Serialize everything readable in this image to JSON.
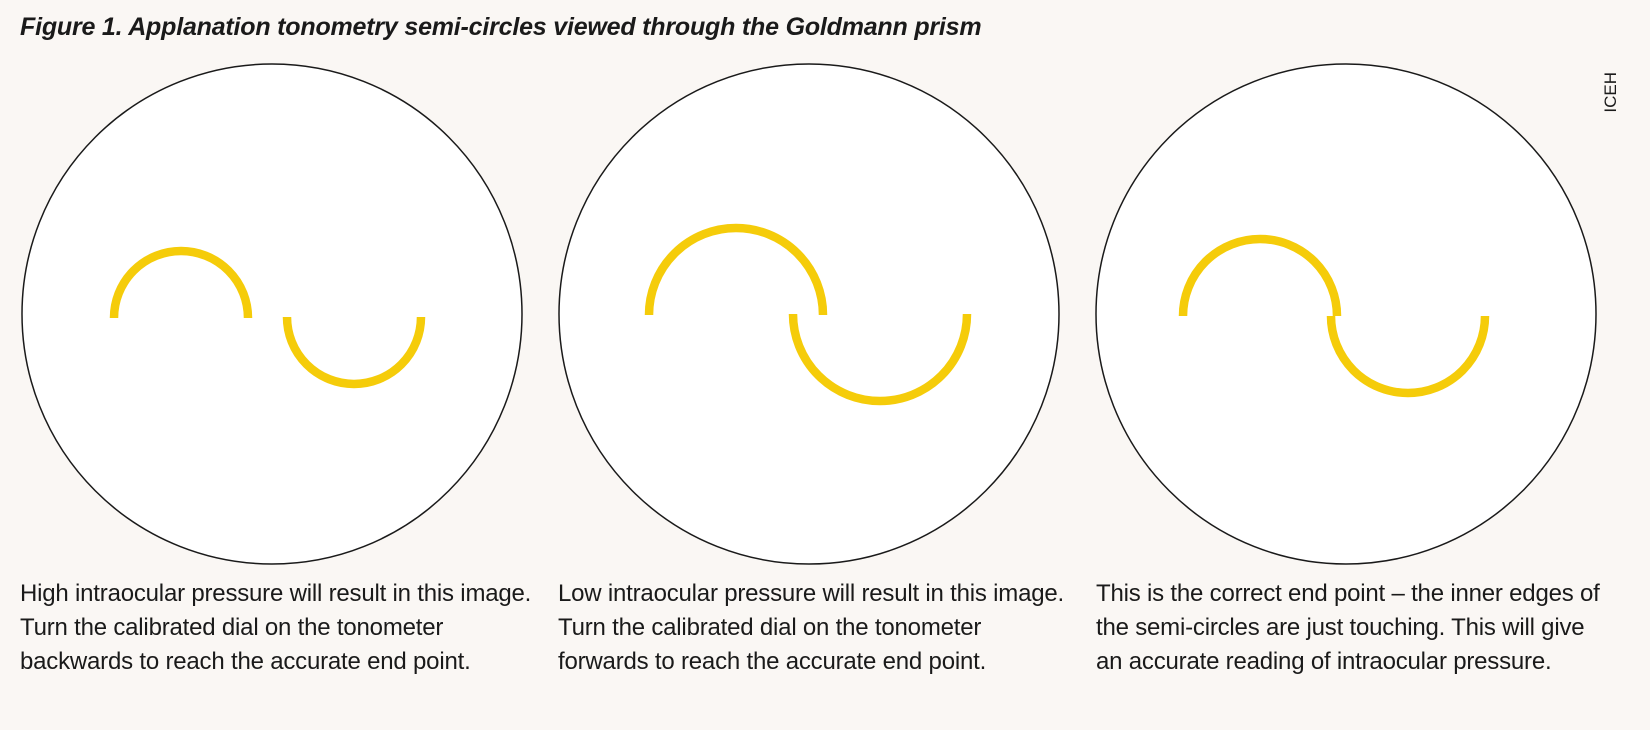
{
  "figure": {
    "title": "Figure 1. Applanation tonometry semi-circles viewed through the Goldmann prism",
    "credit": "ICEH"
  },
  "colors": {
    "background": "#faf7f4",
    "field_fill": "#ffffff",
    "field_stroke": "#1a1a1a",
    "semicircle": "#f5cc0a"
  },
  "panels": [
    {
      "state": "high-pressure",
      "caption": "High intraocular pressure will result in this image. Turn the calibrated dial on the tonometer backwards to reach the accurate end point."
    },
    {
      "state": "low-pressure",
      "caption": "Low intraocular pressure will result in this image. Turn the calibrated dial on the tonometer forwards to reach the accurate end point."
    },
    {
      "state": "correct-end-point",
      "caption": "This is the correct end point – the inner edges of the semi-circles are just touching. This will give an accurate reading of intraocular pressure."
    }
  ]
}
